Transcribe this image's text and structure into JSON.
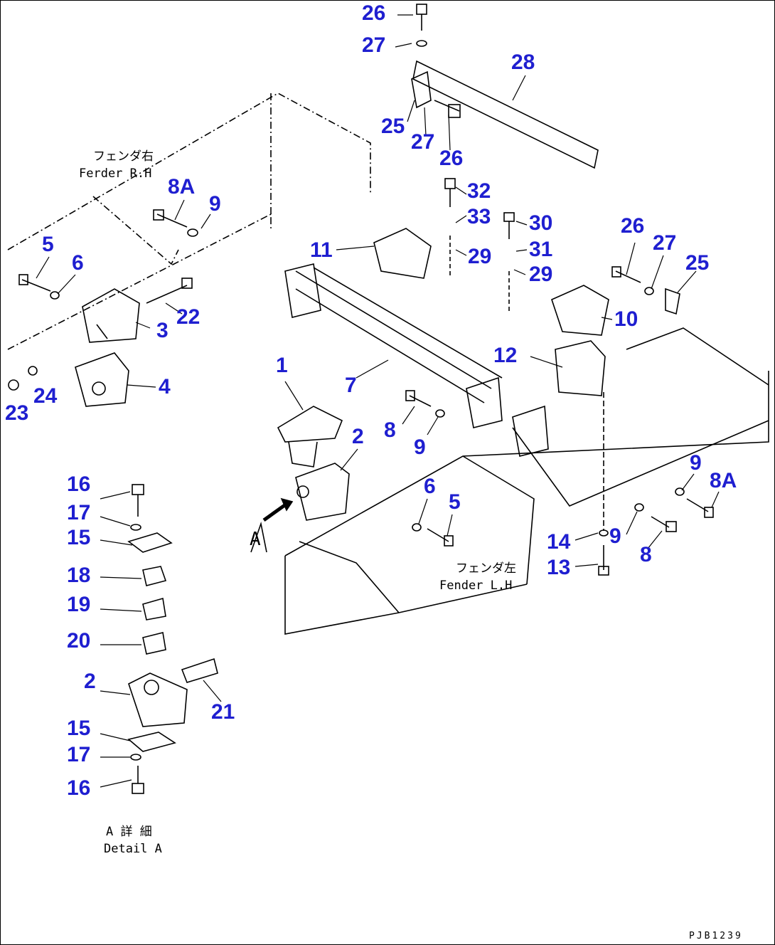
{
  "labels": {
    "fender_rh_jp": "フェンダ右",
    "fender_rh_en": "Ferder R.H",
    "fender_lh_jp": "フェンダ左",
    "fender_lh_en": "Fender L.H",
    "detail_jp": "A 詳 細",
    "detail_en": "Detail A",
    "view_arrow": "A",
    "drawing_code": "PJB1239"
  },
  "colors": {
    "callout": "#1f1fd0",
    "line": "#000000"
  },
  "callouts": [
    "26",
    "27",
    "28",
    "25",
    "27",
    "26",
    "8A",
    "9",
    "32",
    "33",
    "30",
    "31",
    "29",
    "29",
    "5",
    "6",
    "11",
    "26",
    "27",
    "25",
    "22",
    "3",
    "10",
    "12",
    "4",
    "1",
    "7",
    "23",
    "24",
    "2",
    "8",
    "9",
    "9",
    "8A",
    "16",
    "6",
    "5",
    "17",
    "15",
    "14",
    "9",
    "13",
    "8",
    "18",
    "19",
    "20",
    "2",
    "21",
    "15",
    "17",
    "16"
  ]
}
